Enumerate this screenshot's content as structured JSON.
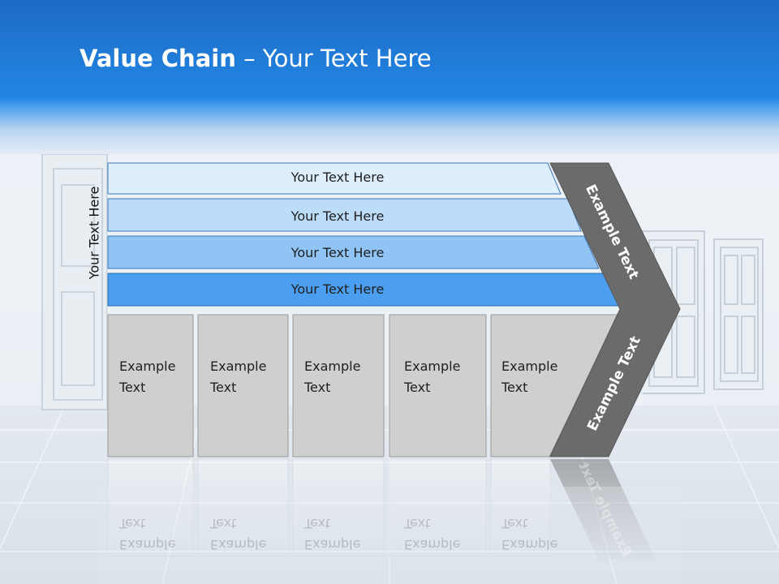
{
  "slide": {
    "title_bold": "Value Chain",
    "title_rest": " – Your Text Here",
    "side_label": "Your Text Here",
    "bars": [
      {
        "label": "Your Text Here",
        "color": "#ddeefd"
      },
      {
        "label": "Your Text Here",
        "color": "#bcdcfa"
      },
      {
        "label": "Your Text Here",
        "color": "#8fc4f5"
      },
      {
        "label": "Your Text Here",
        "color": "#4c9ff0"
      }
    ],
    "boxes": [
      {
        "line1": "Example",
        "line2": "Text"
      },
      {
        "line1": "Example",
        "line2": "Text"
      },
      {
        "line1": "Example",
        "line2": "Text"
      },
      {
        "line1": "Example",
        "line2": "Text"
      },
      {
        "line1": "Example",
        "line2": "Text"
      }
    ],
    "chevron_upper": "Example Text",
    "chevron_lower": "Example Text",
    "colors": {
      "header": "#2385e4",
      "box": "#cfcfcf",
      "chevron": "#6b6b6b"
    }
  }
}
